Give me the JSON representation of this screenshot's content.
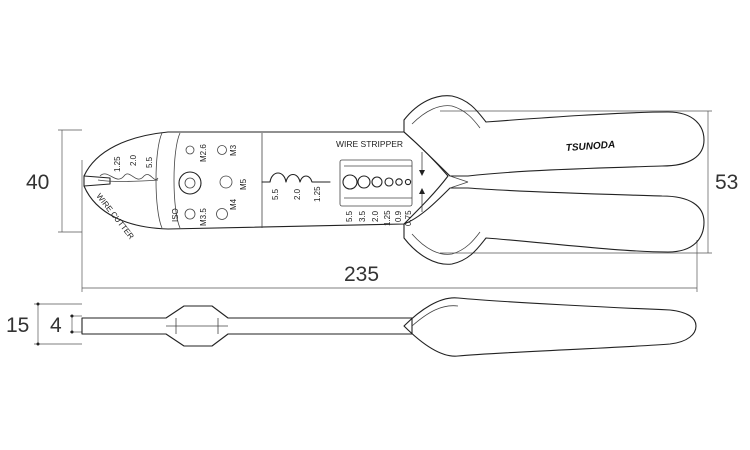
{
  "dimensions": {
    "height_jaw": "40",
    "height_handles": "53",
    "length": "235",
    "thickness_handle": "15",
    "thickness_head": "4"
  },
  "brand": "TSUNODA",
  "labels": {
    "wire_stripper": "WIRE STRIPPER",
    "wire_cutter": "WIRE CUTTER",
    "iso": "ISO"
  },
  "crimp_sizes": [
    "1.25",
    "2.0",
    "5.5"
  ],
  "screw_holes": [
    "M2.6",
    "M3",
    "M3.5",
    "M4",
    "M5"
  ],
  "crimp_notches": [
    "5.5",
    "2.0",
    "1.25"
  ],
  "strip_sizes": [
    "5.5",
    "3.5",
    "2.0",
    "1.25",
    "0.9",
    "0.75"
  ]
}
